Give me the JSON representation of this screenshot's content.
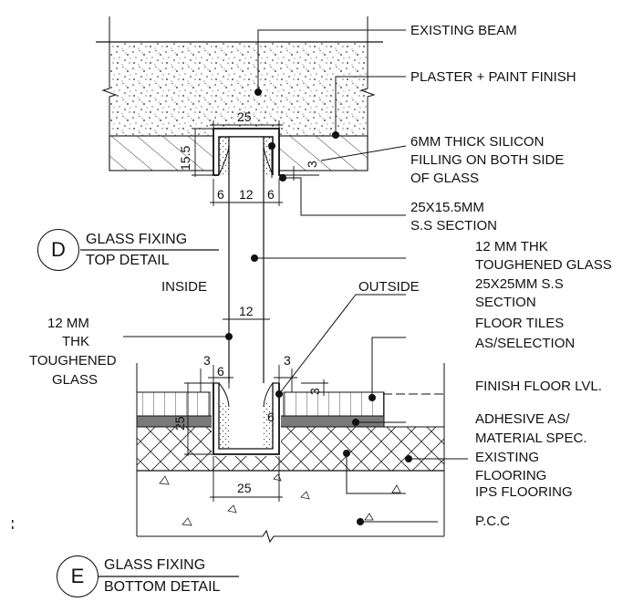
{
  "labels": {
    "existing_beam": "EXISTING BEAM",
    "plaster": "PLASTER + PAINT FINISH",
    "silicon_1": "6MM THICK SILICON",
    "silicon_2": "FILLING ON BOTH SIDE",
    "silicon_3": "OF GLASS",
    "ss_section_1": "25X15.5MM",
    "ss_section_2": "S.S SECTION",
    "toughened_1": "12 MM THK",
    "toughened_2": "TOUGHENED GLASS",
    "bottom_ss_1": "25X25MM S.S",
    "bottom_ss_2": "SECTION",
    "floor_tiles_1": "FLOOR TILES",
    "floor_tiles_2": "AS/SELECTION",
    "finish_floor": "FINISH FLOOR LVL.",
    "adhesive_1": "ADHESIVE AS/",
    "adhesive_2": "MATERIAL SPEC.",
    "existing_flooring_1": "EXISTING",
    "existing_flooring_2": "FLOORING",
    "ips_flooring": "IPS FLOORING",
    "pcc": "P.C.C",
    "inside": "INSIDE",
    "outside": "OUTSIDE",
    "left_glass_1": "12 MM",
    "left_glass_2": "THK",
    "left_glass_3": "TOUGHENED",
    "left_glass_4": "GLASS"
  },
  "dimensions": {
    "top_width": "25",
    "top_height": "15.5",
    "top_gap": "3",
    "top_left": "6",
    "top_glass": "12",
    "top_right": "6",
    "mid_glass": "12",
    "bot_left_gap": "3",
    "bot_left": "6",
    "bot_right_gap": "3",
    "bot_gap_v": "3",
    "bot_height": "25",
    "bot_right": "6",
    "bot_width": "25"
  },
  "titles": {
    "top": {
      "letter": "D",
      "line1": "GLASS FIXING",
      "line2": "TOP DETAIL"
    },
    "bottom": {
      "letter": "E",
      "line1": "GLASS FIXING",
      "line2": "BOTTOM DETAIL"
    }
  },
  "colors": {
    "line": "#111111",
    "adhesive": "#7a7a7a"
  }
}
